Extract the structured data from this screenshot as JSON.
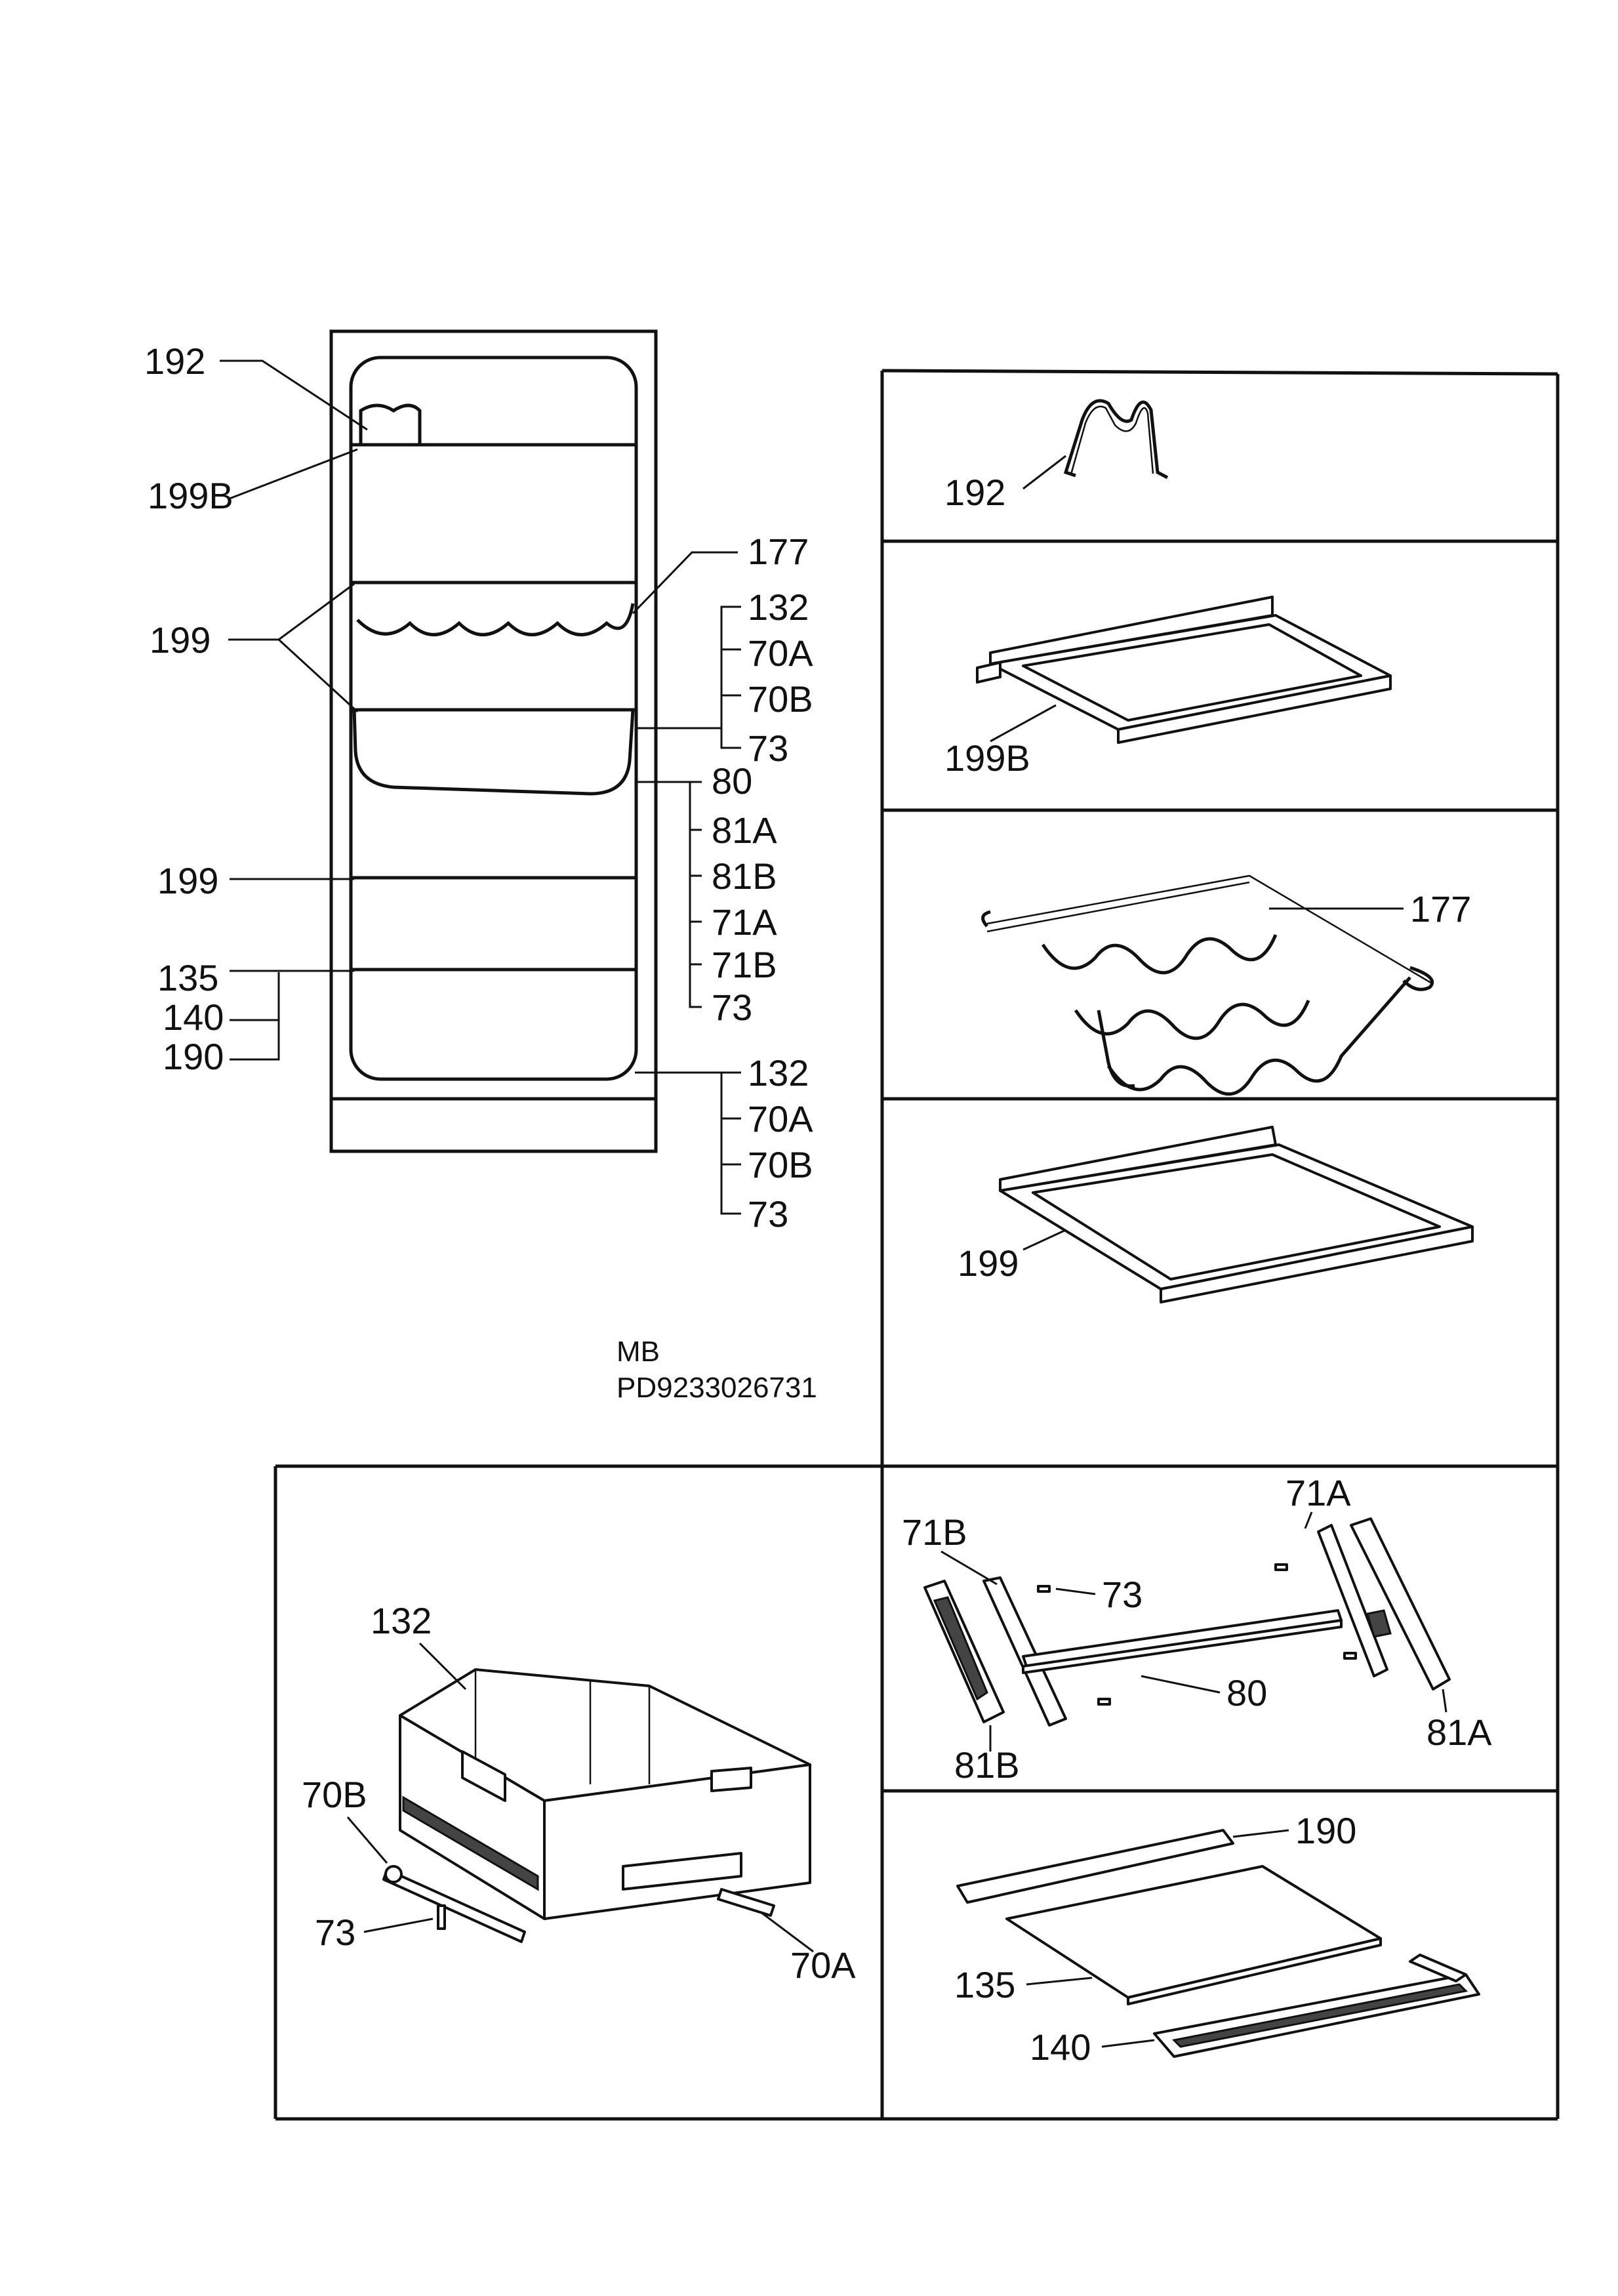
{
  "doc_code": {
    "line1": "MB",
    "line2": "PD9233026731"
  },
  "overview": {
    "left_labels": [
      "192",
      "199B",
      "199",
      "199",
      "135",
      "140",
      "190"
    ],
    "right_group_a": [
      "177"
    ],
    "right_group_b": [
      "132",
      "70A",
      "70B",
      "73"
    ],
    "right_group_c": [
      "80",
      "81A",
      "81B",
      "71A",
      "71B",
      "73"
    ],
    "right_group_d": [
      "132",
      "70A",
      "70B",
      "73"
    ]
  },
  "panels": {
    "bracket": {
      "label": "192"
    },
    "small_shelf": {
      "label": "199B"
    },
    "bottle_rack": {
      "label": "177"
    },
    "glass_shelf": {
      "label": "199"
    },
    "drawer": {
      "labels": [
        "132",
        "70B",
        "73",
        "70A"
      ]
    },
    "rails": {
      "labels": [
        "71B",
        "71A",
        "73",
        "80",
        "81B",
        "81A"
      ]
    },
    "crisper_cover": {
      "labels": [
        "190",
        "135",
        "140"
      ]
    }
  }
}
